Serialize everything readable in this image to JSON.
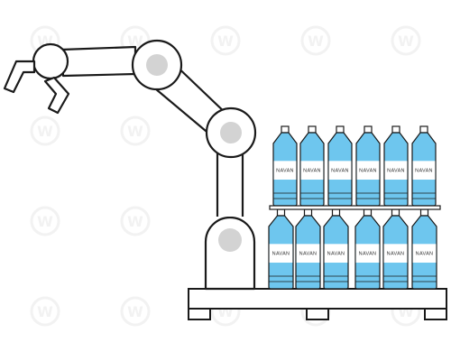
{
  "illustration": {
    "subject": "robotic-arm-palletizing-water-bottles",
    "bottle_label": "NAVAN",
    "watermark_text": "W",
    "bottle_rows": [
      6,
      6
    ],
    "colors": {
      "outline": "#1a1a1a",
      "joint": "#d3d3d3",
      "water": "#6ec6ee",
      "bottle_body": "#ffffff",
      "watermark": "#f2f2f2"
    }
  }
}
